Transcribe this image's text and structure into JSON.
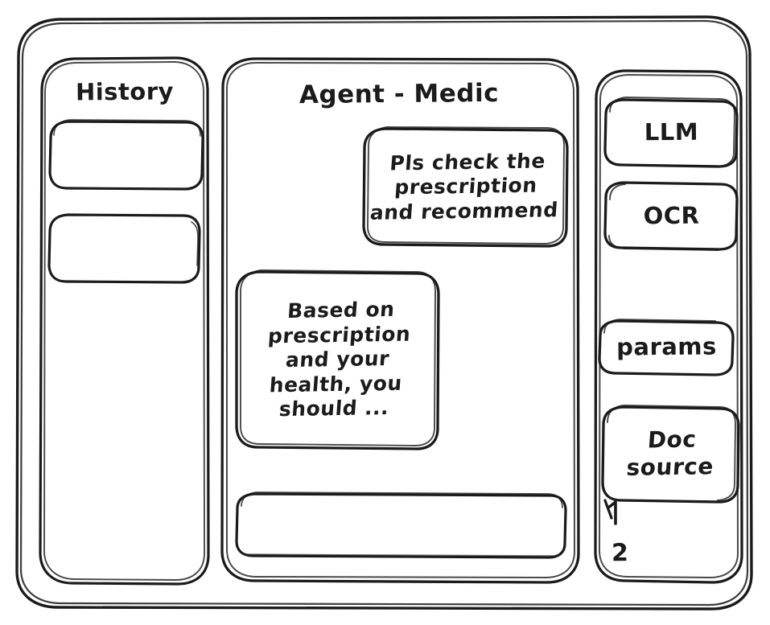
{
  "window": {
    "name": "agent-medic-wireframe",
    "style": "hand-drawn-sketch",
    "ink_color": "#1b1b1b",
    "paper_color": "#ffffff"
  },
  "sidebar_left": {
    "title": "History",
    "items": [
      {
        "label": "",
        "name": "history-item-1"
      },
      {
        "label": "",
        "name": "history-item-2"
      }
    ]
  },
  "main": {
    "title": "Agent - Medic",
    "messages": [
      {
        "role": "user",
        "text": "Pls check the\nprescription\nand recommend"
      },
      {
        "role": "assistant",
        "text": "Based on\nprescription\nand your\nhealth, you\nshould ..."
      }
    ],
    "composer": {
      "value": "",
      "placeholder": ""
    }
  },
  "sidebar_right": {
    "buttons": [
      {
        "label": "LLM",
        "name": "llm-button"
      },
      {
        "label": "OCR",
        "name": "ocr-button"
      },
      {
        "label": "params",
        "name": "params-button"
      }
    ],
    "doc_source": {
      "label": "Doc\nsource",
      "items": [
        {
          "label": "1"
        },
        {
          "label": "2"
        }
      ]
    }
  }
}
